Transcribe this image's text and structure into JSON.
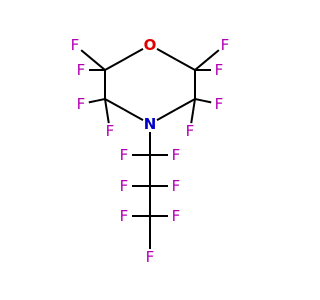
{
  "molecule": {
    "colors": {
      "bond": "#000000",
      "fluorine": "#b400b4",
      "oxygen": "#e00000",
      "nitrogen": "#0000c8",
      "background": "#ffffff"
    },
    "atoms": [
      {
        "element": "O",
        "label": "O"
      },
      {
        "element": "C",
        "label": ""
      },
      {
        "element": "C",
        "label": ""
      },
      {
        "element": "N",
        "label": "N"
      },
      {
        "element": "C",
        "label": ""
      },
      {
        "element": "C",
        "label": ""
      },
      {
        "element": "F",
        "label": "F"
      },
      {
        "element": "F",
        "label": "F"
      },
      {
        "element": "F",
        "label": "F"
      },
      {
        "element": "F",
        "label": "F"
      },
      {
        "element": "F",
        "label": "F"
      },
      {
        "element": "F",
        "label": "F"
      },
      {
        "element": "F",
        "label": "F"
      },
      {
        "element": "F",
        "label": "F"
      },
      {
        "element": "C",
        "label": ""
      },
      {
        "element": "F",
        "label": "F"
      },
      {
        "element": "F",
        "label": "F"
      },
      {
        "element": "C",
        "label": ""
      },
      {
        "element": "F",
        "label": "F"
      },
      {
        "element": "F",
        "label": "F"
      },
      {
        "element": "C",
        "label": ""
      },
      {
        "element": "F",
        "label": "F"
      },
      {
        "element": "F",
        "label": "F"
      },
      {
        "element": "F",
        "label": "F"
      }
    ],
    "bonds": [
      [
        0,
        1
      ],
      [
        1,
        2
      ],
      [
        2,
        3
      ],
      [
        3,
        4
      ],
      [
        4,
        5
      ],
      [
        5,
        0
      ],
      [
        1,
        6
      ],
      [
        1,
        7
      ],
      [
        2,
        8
      ],
      [
        2,
        9
      ],
      [
        4,
        10
      ],
      [
        4,
        11
      ],
      [
        5,
        12
      ],
      [
        5,
        13
      ],
      [
        3,
        14
      ],
      [
        14,
        15
      ],
      [
        14,
        16
      ],
      [
        14,
        17
      ],
      [
        17,
        18
      ],
      [
        17,
        19
      ],
      [
        17,
        20
      ],
      [
        20,
        21
      ],
      [
        20,
        22
      ],
      [
        20,
        23
      ]
    ]
  }
}
